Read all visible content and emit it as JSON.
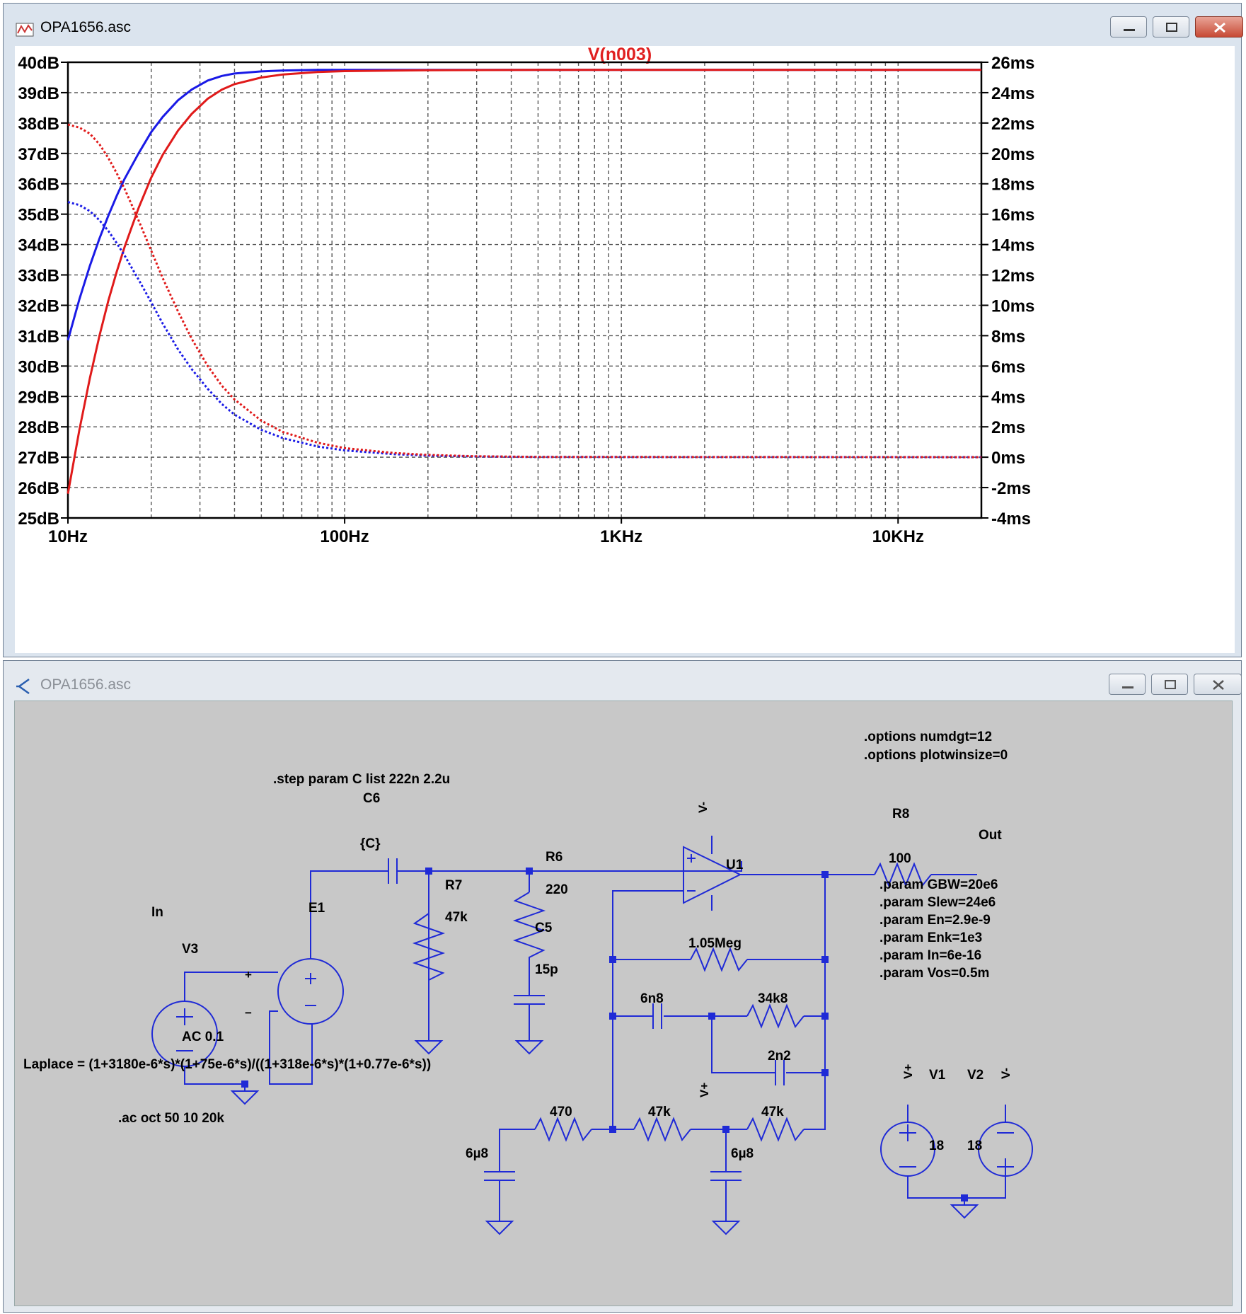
{
  "plot_window": {
    "title": "OPA1656.asc",
    "trace_title": "V(n003)",
    "colors": {
      "trace_title": "#e02020",
      "blue": "#1a1ae6",
      "red": "#e01a1a",
      "grid": "#555555",
      "axis": "#000000"
    }
  },
  "schematic_window": {
    "title": "OPA1656.asc",
    "colors": {
      "wire": "#1f2ad6",
      "background": "#c8c8c8",
      "junction": "#1f2ad6",
      "text": "#000000"
    }
  },
  "chart_data": {
    "type": "line",
    "title": "V(n003)",
    "x_scale": "log",
    "xlim": [
      10,
      20000
    ],
    "x_tick_labels": [
      "10Hz",
      "100Hz",
      "1KHz",
      "10KHz"
    ],
    "ylim_left": [
      25,
      40
    ],
    "ylim_right": [
      -4,
      26
    ],
    "y_left_tick_labels": [
      "40dB",
      "39dB",
      "38dB",
      "37dB",
      "36dB",
      "35dB",
      "34dB",
      "33dB",
      "32dB",
      "31dB",
      "30dB",
      "29dB",
      "28dB",
      "27dB",
      "26dB",
      "25dB"
    ],
    "y_right_tick_labels": [
      "26ms",
      "24ms",
      "22ms",
      "20ms",
      "18ms",
      "16ms",
      "14ms",
      "12ms",
      "10ms",
      "8ms",
      "6ms",
      "4ms",
      "2ms",
      "0ms",
      "-2ms",
      "-4ms"
    ],
    "grid": true,
    "series": [
      {
        "axis": "left",
        "color": "#1a1ae6",
        "style": "solid",
        "x": [
          10,
          11,
          12,
          13,
          14,
          15,
          16,
          18,
          20,
          22,
          25,
          28,
          32,
          36,
          40,
          50,
          60,
          80,
          100,
          200,
          500,
          1000,
          20000
        ],
        "y": [
          30.85,
          32.2,
          33.3,
          34.2,
          34.95,
          35.6,
          36.15,
          37.0,
          37.7,
          38.2,
          38.75,
          39.1,
          39.4,
          39.55,
          39.63,
          39.7,
          39.73,
          39.75,
          39.75,
          39.75,
          39.75,
          39.75,
          39.75
        ]
      },
      {
        "axis": "left",
        "color": "#e01a1a",
        "style": "solid",
        "x": [
          10,
          11,
          12,
          13,
          14,
          15,
          16,
          18,
          20,
          22,
          25,
          28,
          32,
          36,
          40,
          50,
          60,
          80,
          100,
          200,
          500,
          1000,
          20000
        ],
        "y": [
          25.8,
          27.9,
          29.6,
          31.0,
          32.15,
          33.1,
          33.9,
          35.2,
          36.2,
          36.95,
          37.75,
          38.3,
          38.8,
          39.1,
          39.28,
          39.5,
          39.6,
          39.68,
          39.71,
          39.74,
          39.75,
          39.75,
          39.75
        ]
      },
      {
        "axis": "right",
        "color": "#1a1ae6",
        "style": "dotted",
        "x": [
          10,
          11,
          12,
          13,
          14,
          15,
          16,
          18,
          20,
          22,
          25,
          28,
          32,
          36,
          40,
          50,
          60,
          80,
          100,
          150,
          200,
          300,
          500,
          20000
        ],
        "y": [
          16.8,
          16.6,
          16.2,
          15.6,
          14.9,
          14.1,
          13.3,
          11.7,
          10.2,
          8.8,
          7.1,
          5.8,
          4.5,
          3.5,
          2.8,
          1.8,
          1.25,
          0.7,
          0.45,
          0.2,
          0.1,
          0.05,
          0.01,
          0.0
        ]
      },
      {
        "axis": "right",
        "color": "#e01a1a",
        "style": "dotted",
        "x": [
          10,
          11,
          12,
          13,
          14,
          15,
          16,
          18,
          20,
          22,
          25,
          28,
          32,
          36,
          40,
          50,
          60,
          80,
          100,
          150,
          200,
          300,
          500,
          20000
        ],
        "y": [
          21.9,
          21.7,
          21.3,
          20.6,
          19.7,
          18.7,
          17.7,
          15.6,
          13.6,
          11.8,
          9.6,
          7.8,
          6.0,
          4.7,
          3.8,
          2.4,
          1.65,
          0.95,
          0.6,
          0.28,
          0.15,
          0.06,
          0.02,
          0.0
        ]
      }
    ]
  },
  "schematic": {
    "directives": {
      "options1": ".options numdgt=12",
      "options2": ".options plotwinsize=0",
      "step": ".step param C list 222n 2.2u",
      "laplace": "Laplace = (1+3180e-6*s)*(1+75e-6*s)/((1+318e-6*s)*(1+0.77e-6*s))",
      "ac": ".ac oct 50 10 20k",
      "param1": ".param GBW=20e6",
      "param2": ".param Slew=24e6",
      "param3": ".param En=2.9e-9",
      "param4": ".param Enk=1e3",
      "param5": ".param In=6e-16",
      "param6": ".param Vos=0.5m"
    },
    "labels": {
      "c6": "C6",
      "c6_val": "{C}",
      "r7": "R7",
      "r7_val": "47k",
      "r6": "R6",
      "r6_val": "220",
      "c5": "C5",
      "c5_val": "15p",
      "r8": "R8",
      "r8_val": "100",
      "out": "Out",
      "u1": "U1",
      "vminus": "V-",
      "vplus": "V+",
      "in": "In",
      "v3": "V3",
      "e1": "E1",
      "ac01": "AC 0.1",
      "r_105meg": "1.05Meg",
      "c_6n8": "6n8",
      "r_34k8": "34k8",
      "c_2n2": "2n2",
      "r_470": "470",
      "r_47k_a": "47k",
      "r_47k_b": "47k",
      "c_6u8_a": "6µ8",
      "c_6u8_b": "6µ8",
      "v1": "V1",
      "v2": "V2",
      "v1_val": "18",
      "v2_val": "18",
      "plus": "+",
      "minus": "−"
    }
  }
}
